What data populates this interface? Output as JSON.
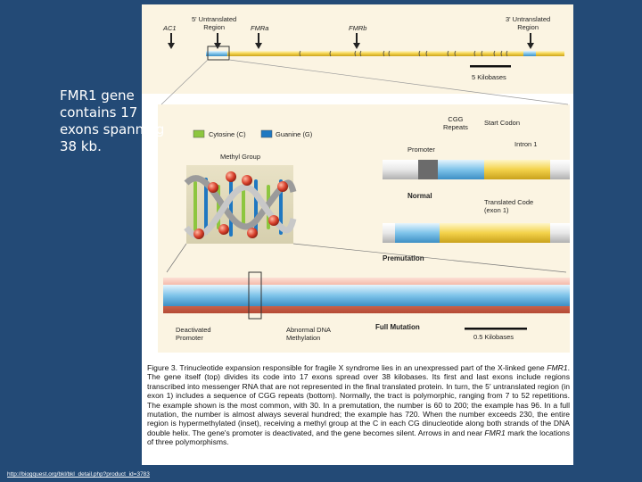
{
  "slide": {
    "text_lines": [
      "FMR1 gene",
      "contains 17",
      "exons spanning",
      "38 kb."
    ],
    "source_url": "http://biogquest.org/bkl/bkl_detail.php?product_id=3783"
  },
  "top_diagram": {
    "labels": {
      "ac1": "AC1",
      "utr5": "5' Untranslated\nRegion",
      "fmra": "FMRa",
      "fmrb": "FMRb",
      "utr3": "3' Untranslated\nRegion",
      "scale": "5 Kilobases"
    }
  },
  "mid_diagram": {
    "legend": {
      "cytosine": "Cytosine (C)",
      "guanine": "Guanine (G)"
    },
    "labels": {
      "methyl_group": "Methyl Group",
      "cgg_repeats": "CGG\nRepeats",
      "start_codon": "Start Codon",
      "promoter": "Promoter",
      "intron1": "Intron 1",
      "normal": "Normal",
      "translated_code": "Translated Code\n(exon 1)",
      "premutation": "Premutation",
      "deactivated_promoter": "Deactivated\nPromoter",
      "abnormal_methylation": "Abnormal DNA\nMethylation",
      "full_mutation": "Full Mutation",
      "scale": "0.5 Kilobases"
    }
  },
  "caption": {
    "figure_label": "Figure 3.",
    "part1": " Trinucleotide expansion responsible for fragile X syndrome lies in an unexpressed part of the X-linked gene ",
    "gene1": "FMR1",
    "part2": ". The gene itself (top) divides its code into 17 exons spread over 38 kilobases. Its first and last exons include regions transcribed into messenger RNA that are not represented in the final translated protein. In turn, the 5′ untranslated region (in exon 1) includes a sequence of CGG repeats (bottom). Normally, the tract is polymorphic, ranging from 7 to 52 repetitions. The example shown is the most common, with 30. In a premutation, the number is 60 to 200; the example has 96. In a full mutation, the number is almost always several hundred; the example has 720. When the number exceeds 230, the entire region is hypermethylated (inset), receiving a methyl group at the C in each CG dinucleotide along both strands of the DNA double helix. The gene's promoter is deactivated, and the gene becomes silent. Arrows in and near ",
    "gene2": "FMR1",
    "part3": " mark the locations of three polymorphisms."
  },
  "colors": {
    "background": "#234a76",
    "cytosine": "#8dc63f",
    "guanine": "#1f78c1",
    "panel": "#fbf4e2",
    "gene_yellow": "#f3d24a",
    "gene_blue": "#7fc4ea",
    "methyl": "#d8402c"
  },
  "icons": [
    "arrow-down-icon",
    "methyl-sphere-icon",
    "dna-helix-icon"
  ]
}
